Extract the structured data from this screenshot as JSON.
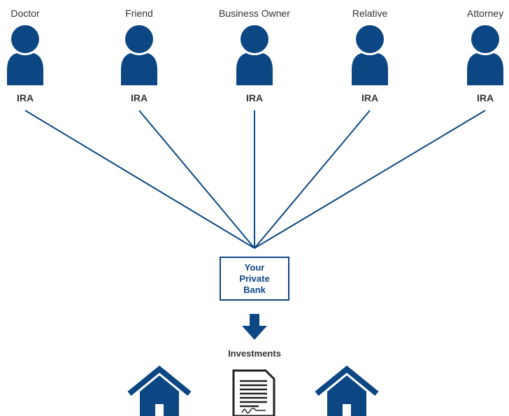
{
  "colors": {
    "accent": "#0c4783",
    "text": "#333333",
    "background": "#ffffff"
  },
  "people": [
    {
      "title": "Doctor",
      "account": "IRA",
      "icon": "person-icon"
    },
    {
      "title": "Friend",
      "account": "IRA",
      "icon": "person-icon"
    },
    {
      "title": "Business Owner",
      "account": "IRA",
      "icon": "person-icon"
    },
    {
      "title": "Relative",
      "account": "IRA",
      "icon": "person-icon"
    },
    {
      "title": "Attorney",
      "account": "IRA",
      "icon": "person-icon"
    }
  ],
  "bank": {
    "label": "Your Private Bank"
  },
  "arrow": {
    "icon": "arrow-down-icon"
  },
  "investments": {
    "label": "Investments",
    "items": [
      {
        "icon": "house-icon"
      },
      {
        "icon": "document-icon"
      },
      {
        "icon": "house-icon"
      }
    ]
  }
}
